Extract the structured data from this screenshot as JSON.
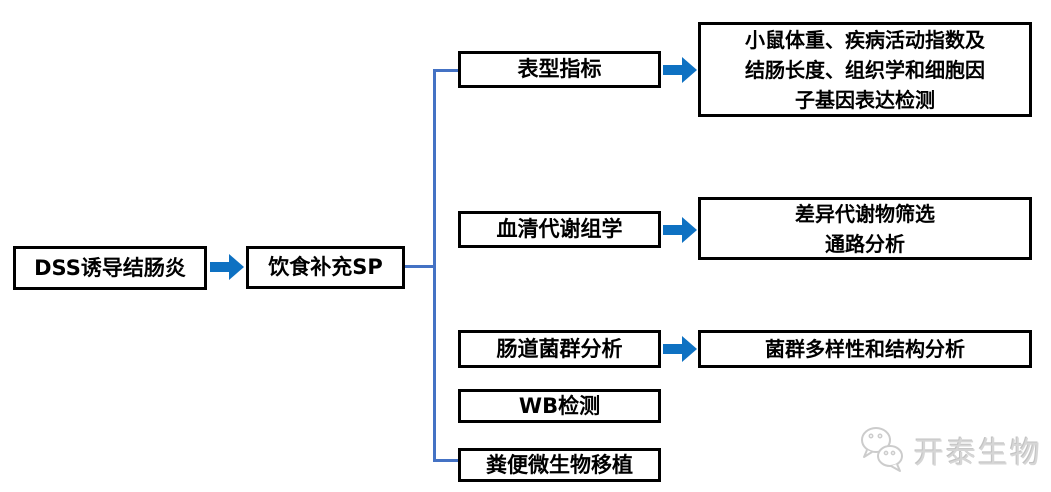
{
  "accent": {
    "arrow_color": "#0e71c2",
    "line_color": "#4472c4",
    "box_border_color": "#000000",
    "watermark_color": "#d6d6d6"
  },
  "flow": {
    "start": "DSS诱导结肠炎",
    "intervention": "饮食补充SP",
    "branches": [
      {
        "label": "表型指标",
        "outcome": "小鼠体重、疾病活动指数及\n结肠长度、组织学和细胞因\n子基因表达检测"
      },
      {
        "label": "血清代谢组学",
        "outcome": "差异代谢物筛选\n通路分析"
      },
      {
        "label": "肠道菌群分析",
        "outcome": "菌群多样性和结构分析"
      },
      {
        "label": "WB检测"
      },
      {
        "label": "粪便微生物移植"
      }
    ]
  },
  "watermark": {
    "text": "开泰生物",
    "icon": "wechat-icon"
  }
}
